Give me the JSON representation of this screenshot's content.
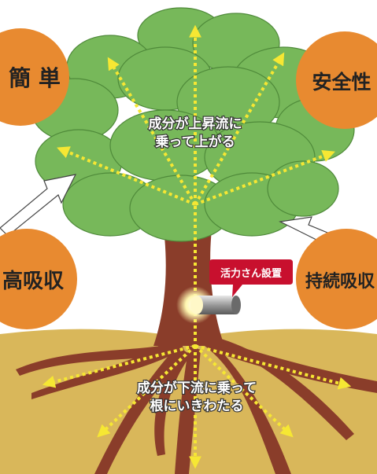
{
  "labels": {
    "upflow_line1": "成分が上昇流に",
    "upflow_line2": "乗って上がる",
    "downflow_line1": "成分が下流に乗って",
    "downflow_line2": "根にいきわたる",
    "device_badge": "活力さん設置"
  },
  "benefits": {
    "simple": "簡 単",
    "safety": "安全性",
    "absorption": "高吸収",
    "sustained": "持続吸収"
  },
  "colors": {
    "foliage": "#77b85a",
    "foliage_outline": "#4f8a3a",
    "trunk": "#8a3d2a",
    "ground": "#d9b75a",
    "badge": "#e88a30",
    "arrows": "#f6e733",
    "device_tag": "#c8102e"
  },
  "icons": {
    "device": "cylinder-device-icon",
    "big_arrows": "white-block-arrow-icon"
  }
}
